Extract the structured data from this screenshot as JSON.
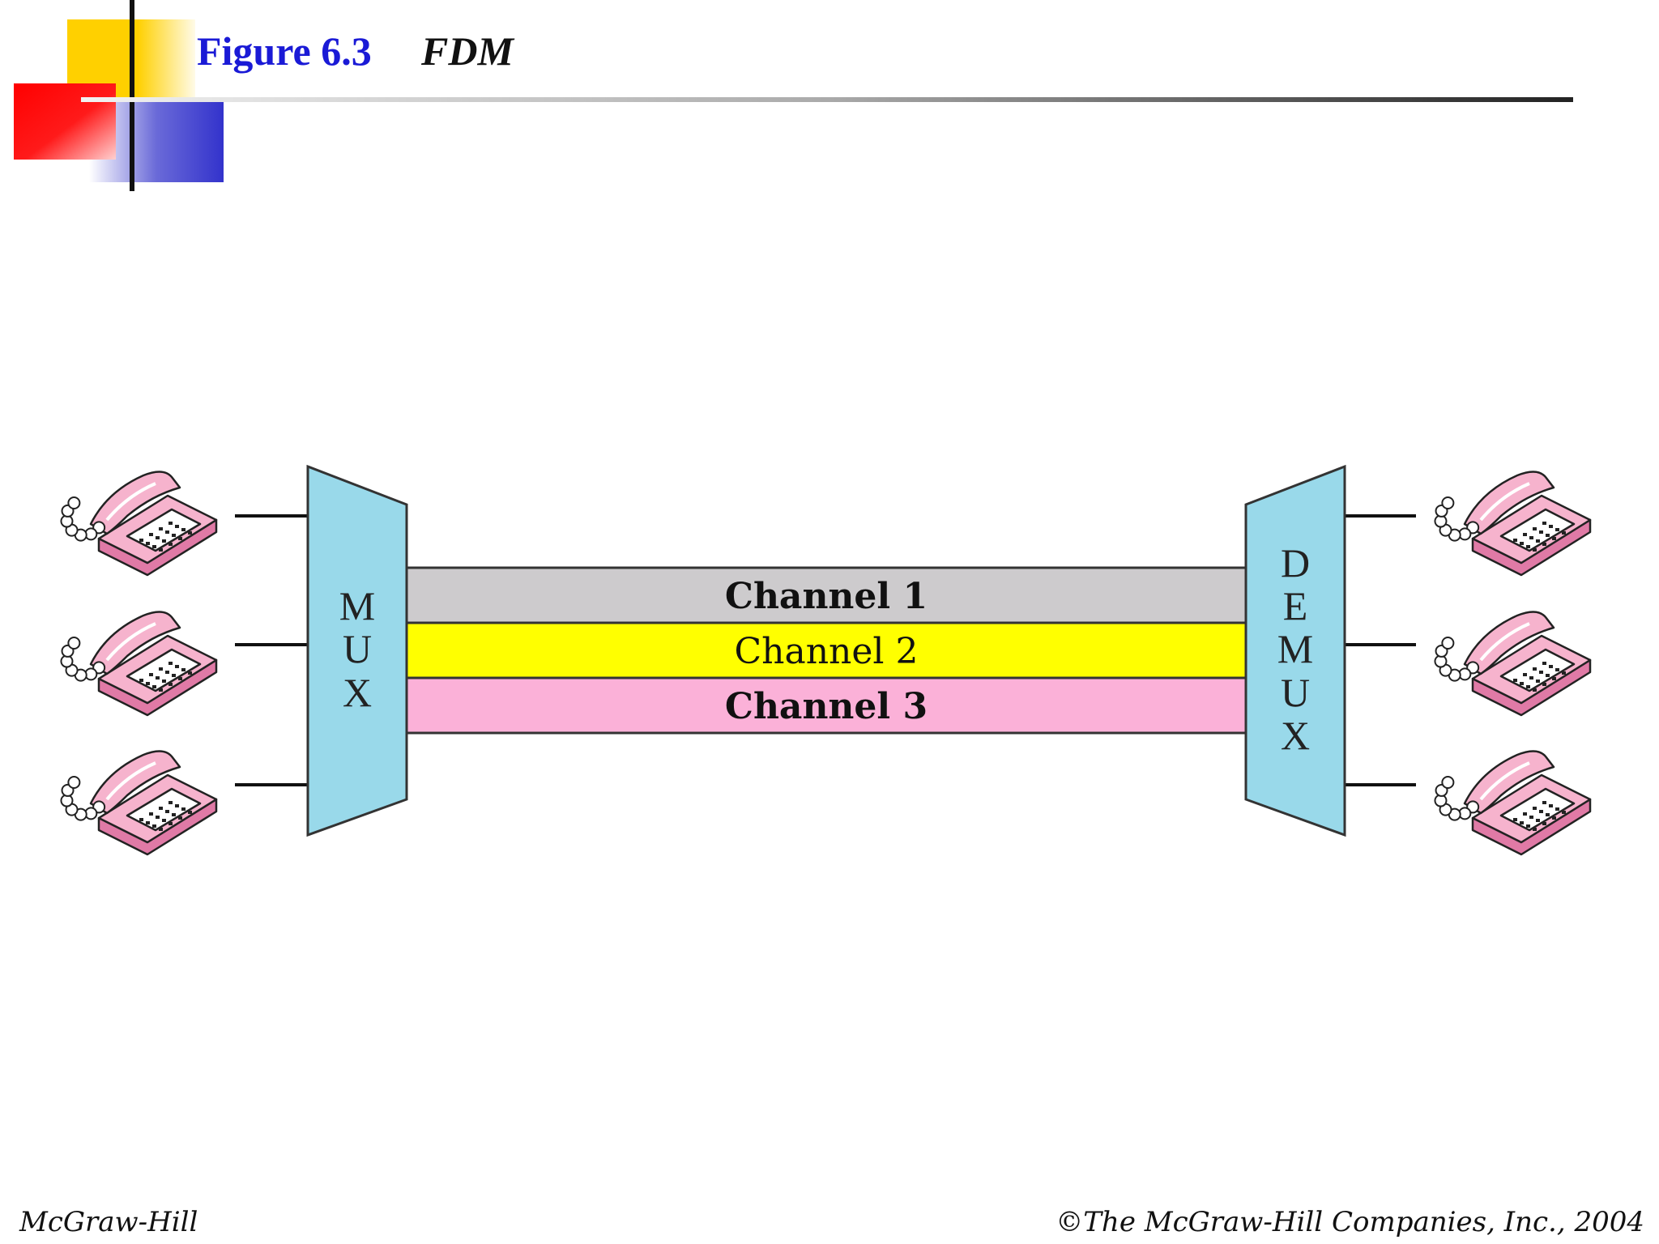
{
  "header": {
    "figure_label": "Figure 6.3",
    "figure_title": "FDM"
  },
  "diagram": {
    "mux_letters": [
      "M",
      "U",
      "X"
    ],
    "demux_letters": [
      "D",
      "E",
      "M",
      "U",
      "X"
    ],
    "channels": [
      {
        "label": "Channel 1",
        "color": "#cdcbcd",
        "weight": "bold"
      },
      {
        "label": "Channel 2",
        "color": "#ffff00",
        "weight": "normal"
      },
      {
        "label": "Channel 3",
        "color": "#fbb1d8",
        "weight": "bold"
      }
    ],
    "box_color": "#99d9ea",
    "phone_color": "#f6b3cd",
    "phone_icon": "telephone-icon"
  },
  "footer": {
    "publisher": "McGraw-Hill",
    "copyright": "©The McGraw-Hill Companies, Inc., 2004"
  }
}
